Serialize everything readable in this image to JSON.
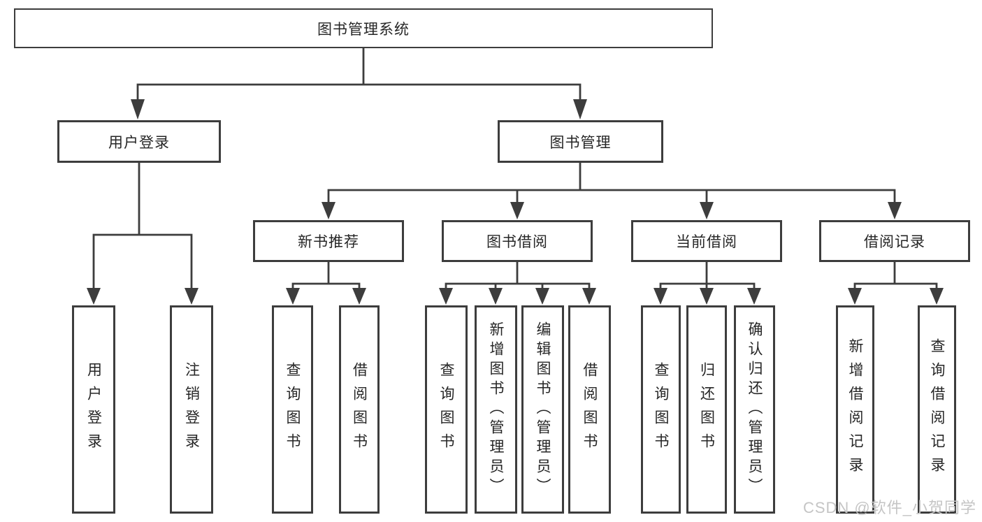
{
  "tree": {
    "label": "图书管理系统",
    "children": [
      {
        "label": "用户登录",
        "children": [
          {
            "label": "用户登录"
          },
          {
            "label": "注销登录"
          }
        ]
      },
      {
        "label": "图书管理",
        "children": [
          {
            "label": "新书推荐",
            "children": [
              {
                "label": "查询图书"
              },
              {
                "label": "借阅图书"
              }
            ]
          },
          {
            "label": "图书借阅",
            "children": [
              {
                "label": "查询图书"
              },
              {
                "label": "新增图书（管理员）"
              },
              {
                "label": "编辑图书（管理员）"
              },
              {
                "label": "借阅图书"
              }
            ]
          },
          {
            "label": "当前借阅",
            "children": [
              {
                "label": "查询图书"
              },
              {
                "label": "归还图书"
              },
              {
                "label": "确认归还（管理员）"
              }
            ]
          },
          {
            "label": "借阅记录",
            "children": [
              {
                "label": "新增借阅记录"
              },
              {
                "label": "查询借阅记录"
              }
            ]
          }
        ]
      }
    ]
  },
  "watermark": "CSDN @软件_小贺同学",
  "colors": {
    "line": "#3d3d3d",
    "box_border": "#3d3d3d",
    "text": "#262626",
    "watermark": "#c5c5c5",
    "background": "#ffffff"
  }
}
